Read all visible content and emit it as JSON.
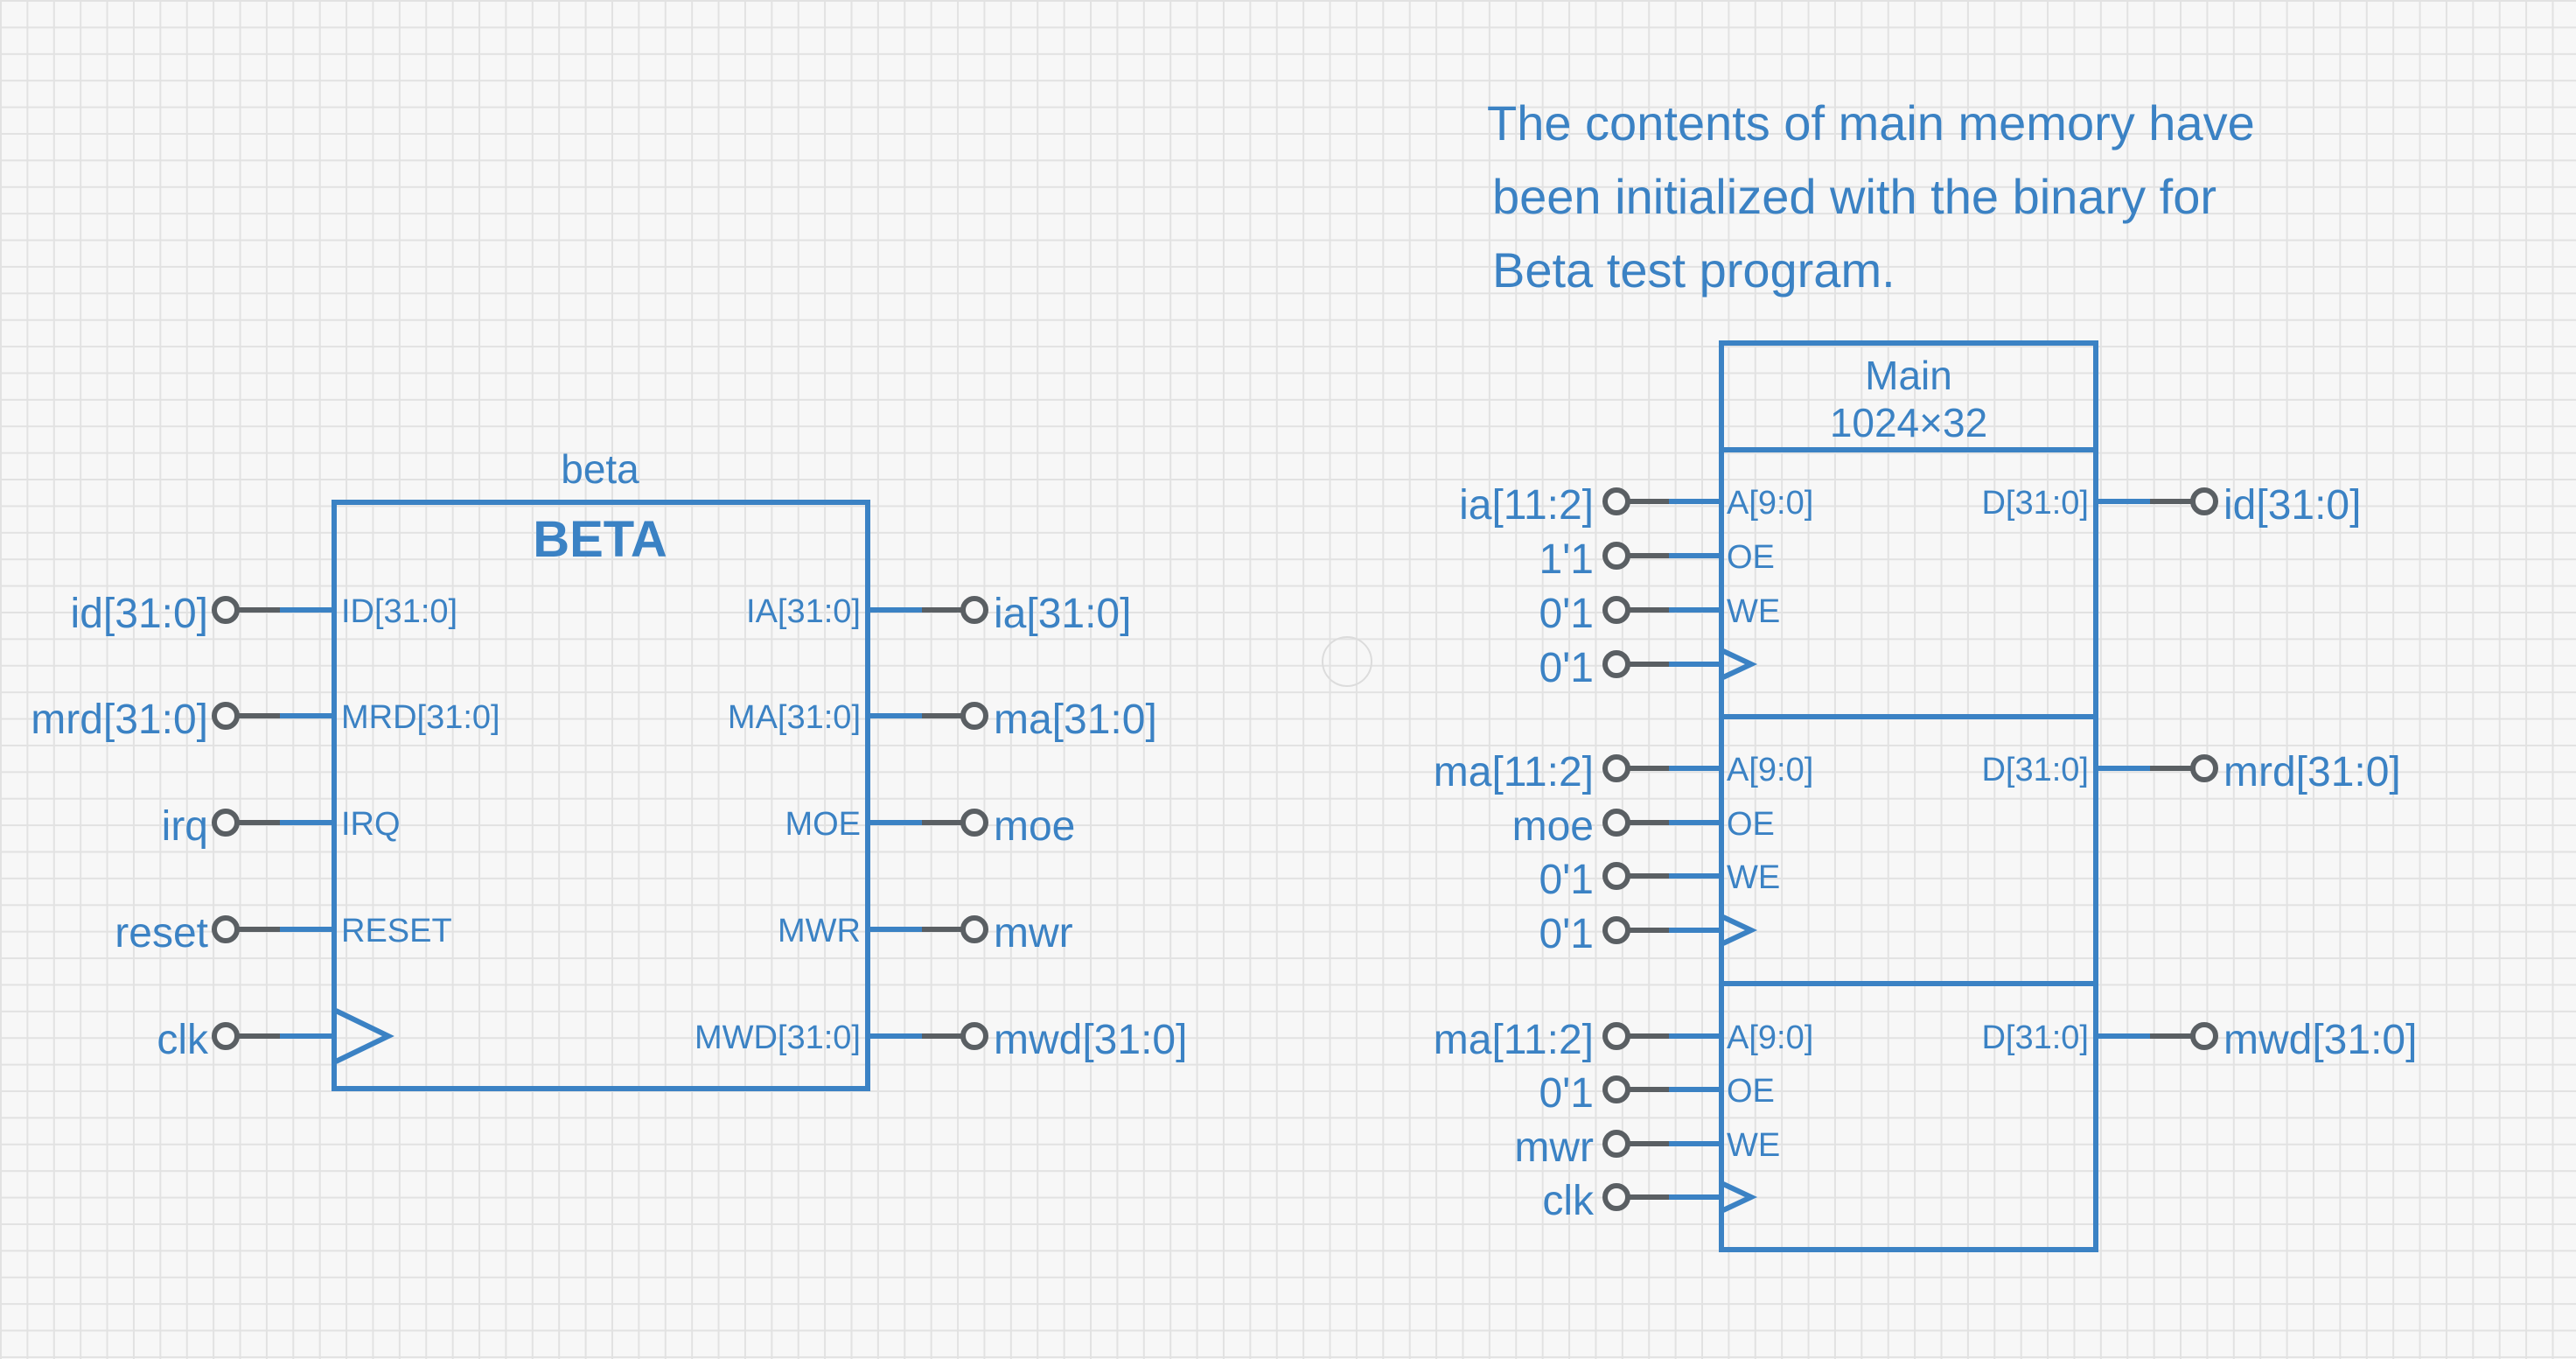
{
  "note": {
    "lines": [
      "The contents of main memory have",
      "been initialized with the binary for",
      "Beta test program."
    ]
  },
  "beta": {
    "instance_label": "beta",
    "title": "BETA",
    "left_ports": [
      {
        "pin": "ID[31:0]",
        "signal": "id[31:0]"
      },
      {
        "pin": "MRD[31:0]",
        "signal": "mrd[31:0]"
      },
      {
        "pin": "IRQ",
        "signal": "irq"
      },
      {
        "pin": "RESET",
        "signal": "reset"
      },
      {
        "pin": "",
        "signal": "clk"
      }
    ],
    "right_ports": [
      {
        "pin": "IA[31:0]",
        "signal": "ia[31:0]"
      },
      {
        "pin": "MA[31:0]",
        "signal": "ma[31:0]"
      },
      {
        "pin": "MOE",
        "signal": "moe"
      },
      {
        "pin": "MWR",
        "signal": "mwr"
      },
      {
        "pin": "MWD[31:0]",
        "signal": "mwd[31:0]"
      }
    ]
  },
  "memory": {
    "title": "Main",
    "size": "1024×32",
    "ports": [
      {
        "inputs": [
          {
            "pin": "A[9:0]",
            "signal": "ia[11:2]"
          },
          {
            "pin": "OE",
            "signal": "1'1"
          },
          {
            "pin": "WE",
            "signal": "0'1"
          },
          {
            "pin": "",
            "signal": "0'1"
          }
        ],
        "output": {
          "pin": "D[31:0]",
          "signal": "id[31:0]"
        }
      },
      {
        "inputs": [
          {
            "pin": "A[9:0]",
            "signal": "ma[11:2]"
          },
          {
            "pin": "OE",
            "signal": "moe"
          },
          {
            "pin": "WE",
            "signal": "0'1"
          },
          {
            "pin": "",
            "signal": "0'1"
          }
        ],
        "output": {
          "pin": "D[31:0]",
          "signal": "mrd[31:0]"
        }
      },
      {
        "inputs": [
          {
            "pin": "A[9:0]",
            "signal": "ma[11:2]"
          },
          {
            "pin": "OE",
            "signal": "0'1"
          },
          {
            "pin": "WE",
            "signal": "mwr"
          },
          {
            "pin": "",
            "signal": "clk"
          }
        ],
        "output": {
          "pin": "D[31:0]",
          "signal": "mwd[31:0]"
        }
      }
    ]
  },
  "colors": {
    "blue": "#3b82c4",
    "terminal": "#5a5f63",
    "grid": "#e2e2e2",
    "background": "#f7f7f7"
  }
}
